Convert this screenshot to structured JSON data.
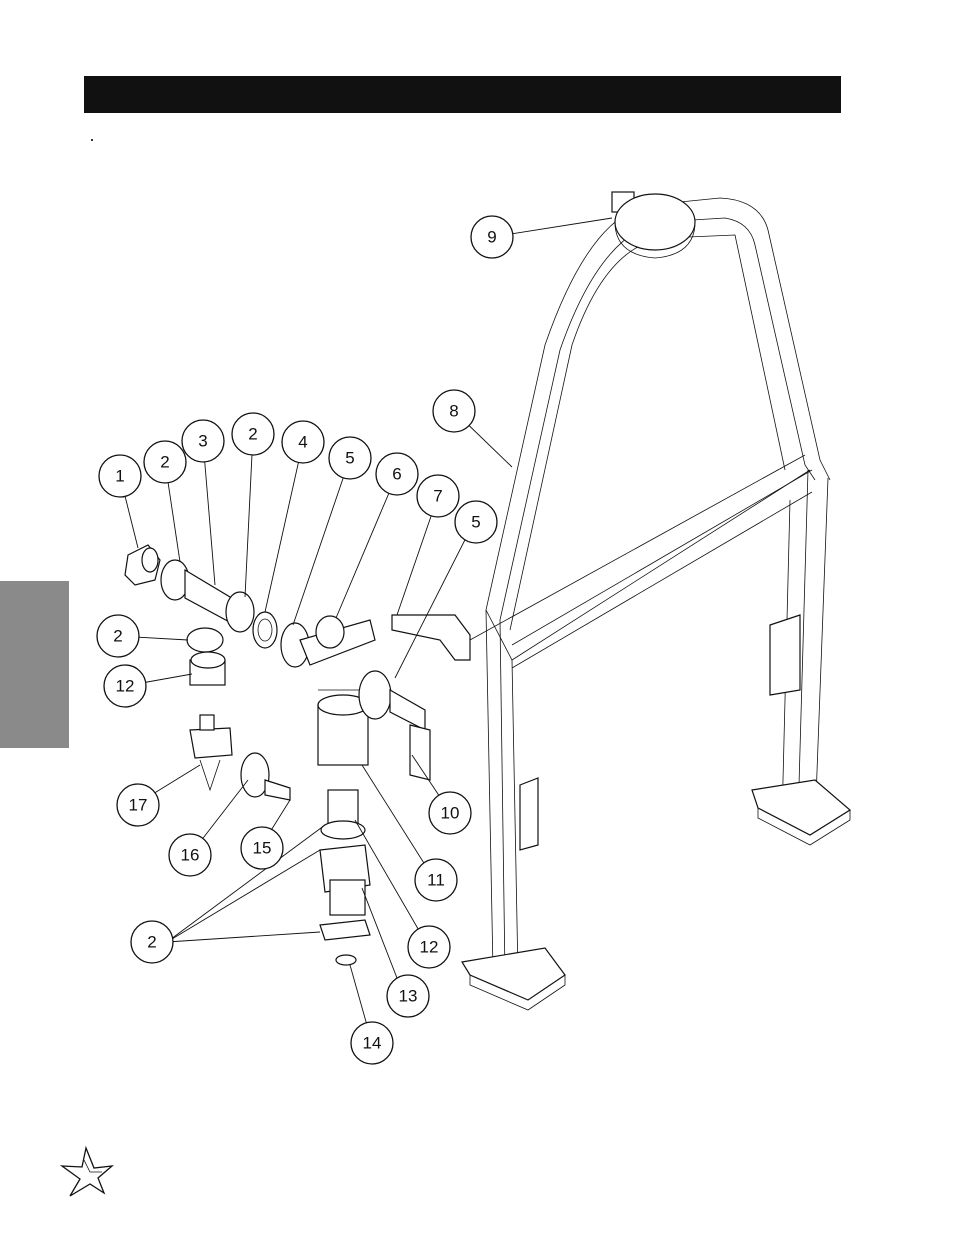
{
  "callouts": [
    {
      "label": "1"
    },
    {
      "label": "2"
    },
    {
      "label": "3"
    },
    {
      "label": "2"
    },
    {
      "label": "4"
    },
    {
      "label": "5"
    },
    {
      "label": "6"
    },
    {
      "label": "7"
    },
    {
      "label": "5"
    },
    {
      "label": "8"
    },
    {
      "label": "9"
    },
    {
      "label": "2"
    },
    {
      "label": "12"
    },
    {
      "label": "17"
    },
    {
      "label": "16"
    },
    {
      "label": "15"
    },
    {
      "label": "10"
    },
    {
      "label": "11"
    },
    {
      "label": "2"
    },
    {
      "label": "12"
    },
    {
      "label": "13"
    },
    {
      "label": "14"
    }
  ],
  "icons": {
    "logo": "star-logo-icon"
  },
  "colors": {
    "header_bar": "#111111",
    "side_tab": "#8a8a8a"
  }
}
